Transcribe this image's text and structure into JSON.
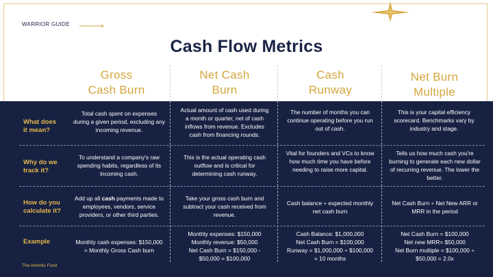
{
  "brand": "WARRIOR GUIDE",
  "title": "Cash Flow Metrics",
  "columns": [
    {
      "line1": "Gross",
      "line2": "Cash Burn"
    },
    {
      "line1": "Net Cash",
      "line2": "Burn"
    },
    {
      "line1": "Cash",
      "line2": "Runway"
    },
    {
      "line1": "Net Burn",
      "line2": "Multiple"
    }
  ],
  "rows": [
    {
      "label1": "What does",
      "label2": "it mean?",
      "cells": [
        [
          "Total cash spent on expenses",
          "during a given period, excluding any",
          "incoming revenue."
        ],
        [
          "Actual amount of cash used during",
          "a month or quarter, net of cash",
          "inflows from revenue. Excludes",
          "cash from financing rounds."
        ],
        [
          "The number of months you can",
          "continue operating before you run",
          "out of cash."
        ],
        [
          "This is your capital efficiency",
          "scorecard. Benchmarks vary by",
          "industry and stage."
        ]
      ]
    },
    {
      "label1": "Why do we",
      "label2": "track it?",
      "cells": [
        [
          "To understand a company's raw",
          "spending habits, regardless of its",
          "incoming cash."
        ],
        [
          "This is the actual operating cash",
          "outflow and is critical for",
          "determining cash runway."
        ],
        [
          "Vital for founders and VCs to know",
          "how much time you have before",
          "needing to raise more capital."
        ],
        [
          "Tells us how much cash you're",
          "burning to generate each new dollar",
          "of recurring revenue. The lower the",
          "better."
        ]
      ]
    },
    {
      "label1": "How do you",
      "label2": "calculate it?",
      "cells": [
        [
          "employees, vendors, service",
          "providers, or other third parties."
        ],
        [
          "Take your gross cash burn and",
          "subtract your cash received from",
          "revenue."
        ],
        [
          "Cash balance ÷ expected  monthly",
          "net cash burn"
        ],
        [
          "Net Cash Burn ÷ Net New ARR or",
          "MRR in the period"
        ]
      ],
      "first_line_prefix": "Add up all ",
      "first_line_bold": "cash",
      "first_line_suffix": " payments made to"
    },
    {
      "label1": "Example",
      "label2": "",
      "cells": [
        [
          "Monthly cash expenses: $150,000",
          "= Monthly Gross Cash burn"
        ],
        [
          "Monthly expenses: $150,000",
          "Monthly revenue: $50,000",
          "Net Cash Burn = $150,000 -",
          "$50,000 = $100,000"
        ],
        [
          "Cash Balance:  $1,000,000",
          "Net Cash Burn = $100,000",
          "Runway = $1,000,000 ÷ $100,000",
          "= 10 months"
        ],
        [
          "Net Cash Burn = $100,000",
          "Net new MRR= $50,000",
          "Net Burn multiple = $100,000 ÷",
          "$50,000 = 2.0x"
        ]
      ]
    }
  ],
  "footer": "The Artemis Fund",
  "colors": {
    "navy": "#172243",
    "gold": "#d5a63c",
    "title": "#1a2346"
  }
}
